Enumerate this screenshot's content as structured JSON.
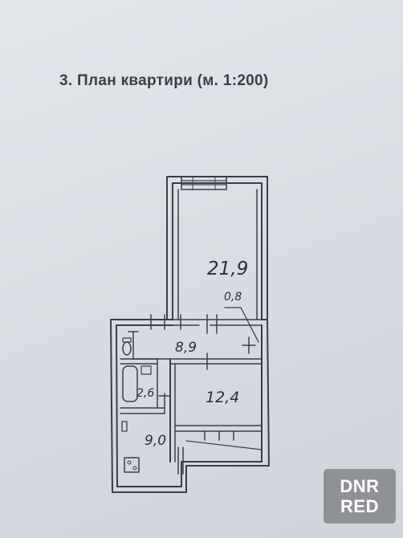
{
  "document": {
    "title": "3. План квартири (м. 1:200)"
  },
  "rooms": {
    "room1_area": "21,9",
    "balcony_area": "0,8",
    "hall_area": "8,9",
    "bath_area": "2,6",
    "room2_area": "12,4",
    "kitchen_area": "9,0"
  },
  "watermark": {
    "line1": "DNR",
    "line2": "RED"
  }
}
